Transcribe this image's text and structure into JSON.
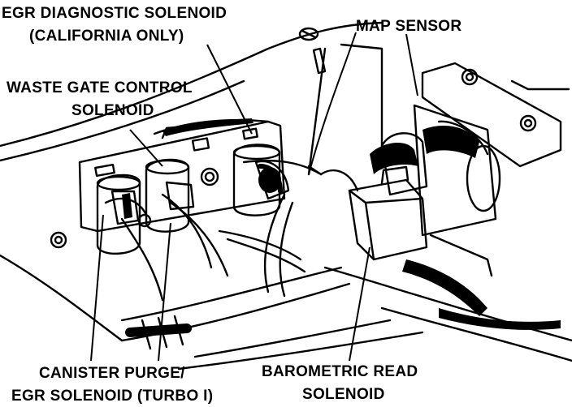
{
  "labels": {
    "egr_diag_line1": "EGR DIAGNOSTIC SOLENOID",
    "egr_diag_line2": "(CALIFORNIA ONLY)",
    "map_sensor": "MAP SENSOR",
    "waste_gate_line1": "WASTE GATE CONTROL",
    "waste_gate_line2": "SOLENOID",
    "canister_line1": "CANISTER PURGE/",
    "canister_line2": "EGR SOLENOID (TURBO I)",
    "baro_line1": "BAROMETRIC READ",
    "baro_line2": "SOLENOID"
  },
  "colors": {
    "ink": "#000000",
    "paper": "#ffffff"
  }
}
